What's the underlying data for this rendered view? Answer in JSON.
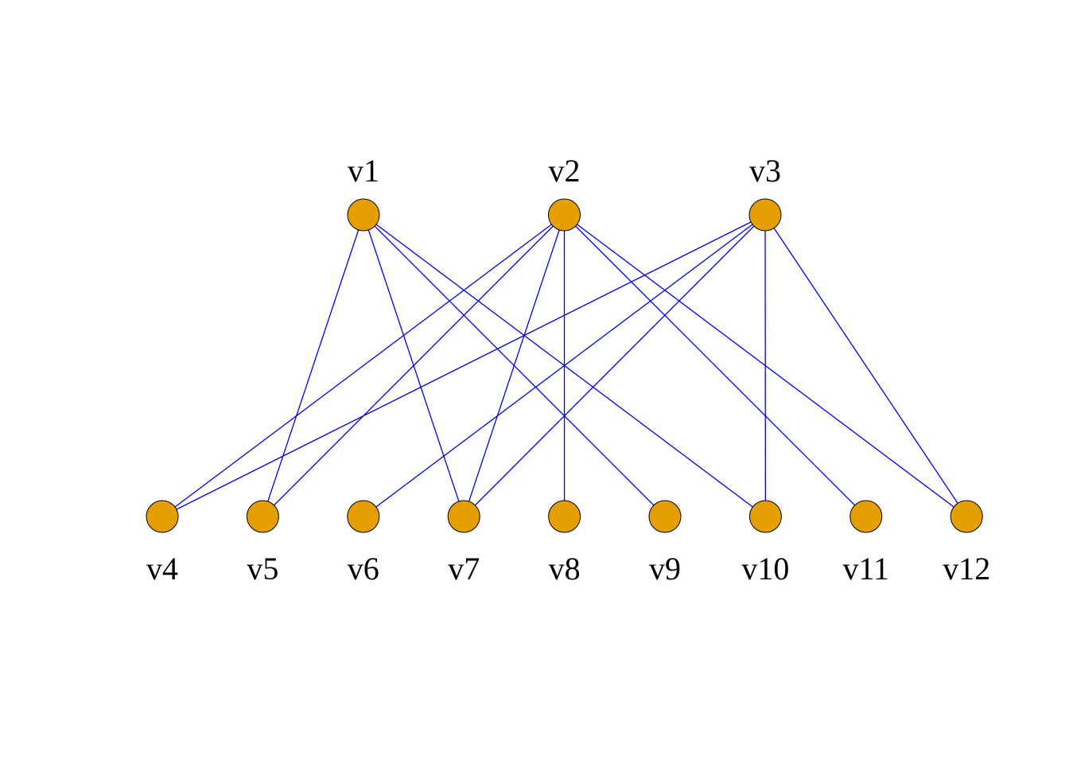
{
  "graph": {
    "colors": {
      "background": "#ffffff",
      "node_fill": "#E69F00",
      "node_stroke": "#000000",
      "edge": "#0000ee",
      "label": "#000000"
    },
    "top_row": [
      "v1",
      "v2",
      "v3"
    ],
    "bottom_row": [
      "v4",
      "v5",
      "v6",
      "v7",
      "v8",
      "v9",
      "v10",
      "v11",
      "v12"
    ],
    "edges": [
      [
        "v1",
        "v5"
      ],
      [
        "v1",
        "v7"
      ],
      [
        "v1",
        "v9"
      ],
      [
        "v1",
        "v10"
      ],
      [
        "v2",
        "v4"
      ],
      [
        "v2",
        "v5"
      ],
      [
        "v2",
        "v7"
      ],
      [
        "v2",
        "v8"
      ],
      [
        "v2",
        "v11"
      ],
      [
        "v2",
        "v12"
      ],
      [
        "v3",
        "v4"
      ],
      [
        "v3",
        "v6"
      ],
      [
        "v3",
        "v7"
      ],
      [
        "v3",
        "v10"
      ],
      [
        "v3",
        "v12"
      ]
    ]
  }
}
